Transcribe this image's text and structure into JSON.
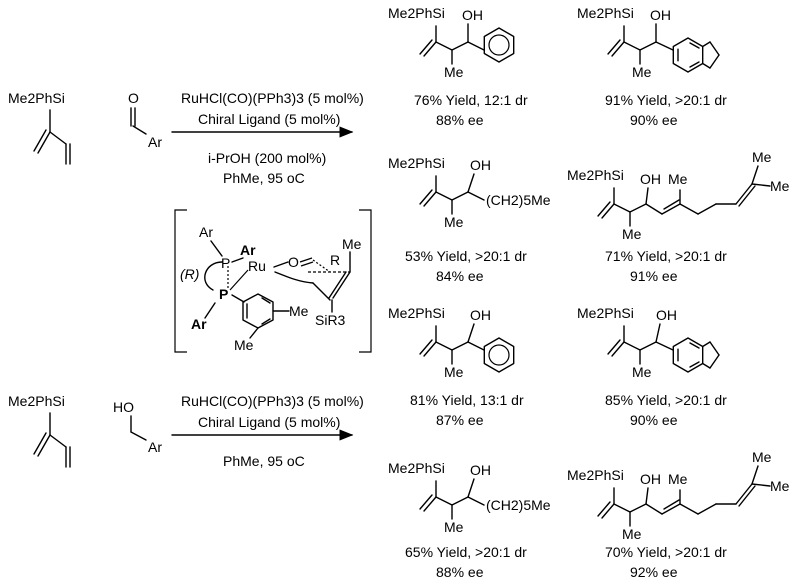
{
  "reaction_top": {
    "diene": "Me2PhSi",
    "aldehyde": "O",
    "aryl": "Ar",
    "cond1": "RuHCl(CO)(PPh3)3 (5 mol%)",
    "cond2": "Chiral Ligand (5 mol%)",
    "cond3": "i-PrOH (200 mol%)",
    "cond4": "PhMe, 95 oC"
  },
  "reaction_bottom": {
    "diene": "Me2PhSi",
    "alcohol": "HO",
    "aryl": "Ar",
    "cond1": "RuHCl(CO)(PPh3)3 (5 mol%)",
    "cond2": "Chiral Ligand (5 mol%)",
    "cond3": "PhMe, 95 oC"
  },
  "ts": {
    "ar_top": "Ar",
    "ar_bold": "Ar",
    "ar_lower": "Ar",
    "r_label": "(R)",
    "p1": "P",
    "p2": "P",
    "ru": "Ru",
    "o": "O",
    "r": "R",
    "me": "Me",
    "sir3": "SiR3",
    "me_aryl1": "Me",
    "me_aryl2": "Me"
  },
  "products": [
    {
      "silyl": "Me2PhSi",
      "oh": "OH",
      "me": "Me",
      "yield": "76% Yield, 12:1 dr",
      "ee": "88% ee"
    },
    {
      "silyl": "Me2PhSi",
      "oh": "OH",
      "me": "Me",
      "yield": "91% Yield, >20:1 dr",
      "ee": "90% ee"
    },
    {
      "silyl": "Me2PhSi",
      "oh": "OH",
      "me": "Me",
      "chain": "(CH2)5Me",
      "yield": "53% Yield, >20:1 dr",
      "ee": "84% ee"
    },
    {
      "silyl": "Me2PhSi",
      "oh": "OH",
      "me": "Me",
      "me2": "Me",
      "me3": "Me",
      "me4": "Me",
      "yield": "71% Yield, >20:1 dr",
      "ee": "91% ee"
    },
    {
      "silyl": "Me2PhSi",
      "oh": "OH",
      "me": "Me",
      "yield": "81% Yield, 13:1 dr",
      "ee": "87% ee"
    },
    {
      "silyl": "Me2PhSi",
      "oh": "OH",
      "me": "Me",
      "yield": "85% Yield, >20:1 dr",
      "ee": "90% ee"
    },
    {
      "silyl": "Me2PhSi",
      "oh": "OH",
      "me": "Me",
      "chain": "(CH2)5Me",
      "yield": "65% Yield, >20:1 dr",
      "ee": "88% ee"
    },
    {
      "silyl": "Me2PhSi",
      "oh": "OH",
      "me": "Me",
      "me2": "Me",
      "me3": "Me",
      "me4": "Me",
      "yield": "70% Yield, >20:1 dr",
      "ee": "92% ee"
    }
  ]
}
